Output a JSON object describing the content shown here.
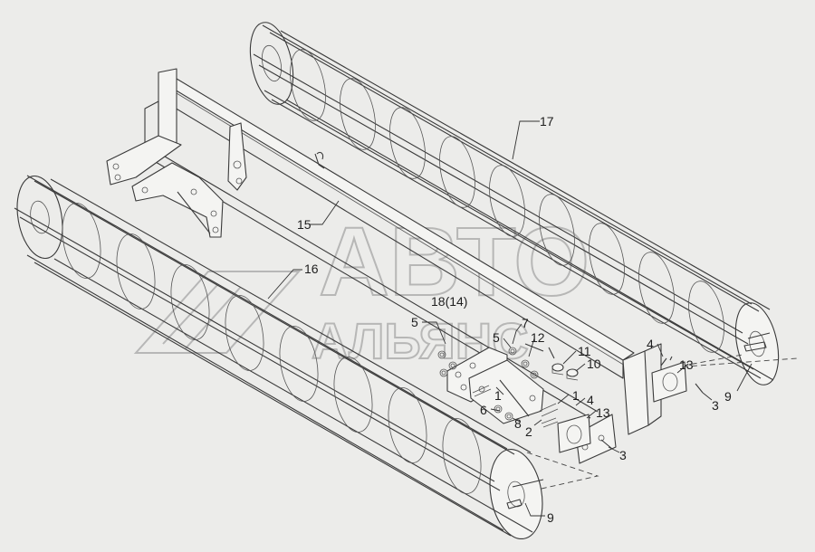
{
  "watermark": {
    "line1": "АВТО",
    "line2": "АЛЬЯНС"
  },
  "callouts": {
    "c17": "17",
    "c15": "15",
    "c16": "16",
    "c18": "18(14)",
    "c5a": "5",
    "c5b": "5",
    "c7": "7",
    "c12": "12",
    "c11": "11",
    "c10": "10",
    "c4a": "4",
    "c13a": "13",
    "c3a": "3",
    "c9a": "9",
    "c1a": "1",
    "c1b": "1",
    "c4b": "4",
    "c6": "6",
    "c8": "8",
    "c2": "2",
    "c13b": "13",
    "c3b": "3",
    "c9b": "9"
  }
}
